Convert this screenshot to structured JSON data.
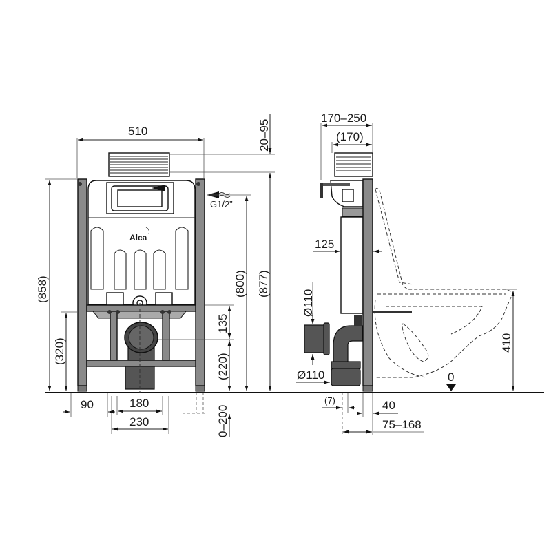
{
  "brand": "Alca",
  "front_view": {
    "width_label": "510",
    "box_offset_label": "20–95",
    "frame_height_label": "(858)",
    "drain_height_label": "(320)",
    "inlet_height_label": "(800)",
    "total_height_label": "(877)",
    "drain_offset_label": "135",
    "outlet_height_label": "(220)",
    "adjust_range_label": "0–200",
    "foot_label": "90",
    "bolt_spacing_label": "180",
    "mount_width_label": "230",
    "inlet_thread_label": "G1/2\""
  },
  "side_view": {
    "depth_range_label": "170–250",
    "box_depth_label": "(170)",
    "tank_depth_label": "125",
    "pipe_diameter_top_label": "Ø110",
    "pipe_diameter_bottom_label": "Ø110",
    "offset_label": "(7)",
    "frame_depth_label": "40",
    "outlet_range_label": "75–168",
    "seat_height_label": "410",
    "floor_level_label": "0"
  }
}
